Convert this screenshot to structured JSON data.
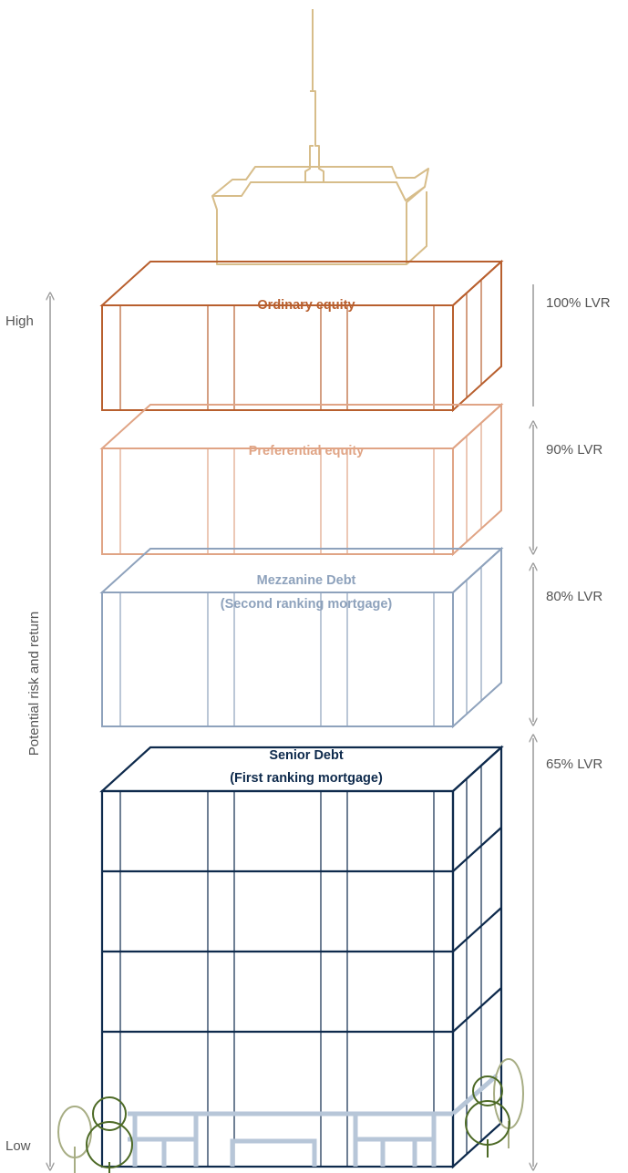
{
  "axis": {
    "title": "Potential risk and return",
    "high": "High",
    "low": "Low"
  },
  "tiers": [
    {
      "name": "ordinary-equity",
      "line1": "Ordinary equity",
      "line2": "",
      "lvr": "100% LVR",
      "color": "#b85f2e"
    },
    {
      "name": "preferential-equity",
      "line1": "Preferential equity",
      "line2": "",
      "lvr": "90% LVR",
      "color": "#e0a485"
    },
    {
      "name": "mezzanine-debt",
      "line1": "Mezzanine Debt",
      "line2": "(Second ranking mortgage)",
      "lvr": "80% LVR",
      "color": "#8ea2bc"
    },
    {
      "name": "senior-debt",
      "line1": "Senior Debt",
      "line2": "(First ranking mortgage)",
      "lvr": "65% LVR",
      "color": "#0e2a4c"
    }
  ],
  "colors": {
    "roof": "#d7bd8a",
    "window_frame": "#b7c6d8",
    "tree": "#4d6a26",
    "tree_light": "#a7ad84",
    "arrow": "#999999"
  }
}
